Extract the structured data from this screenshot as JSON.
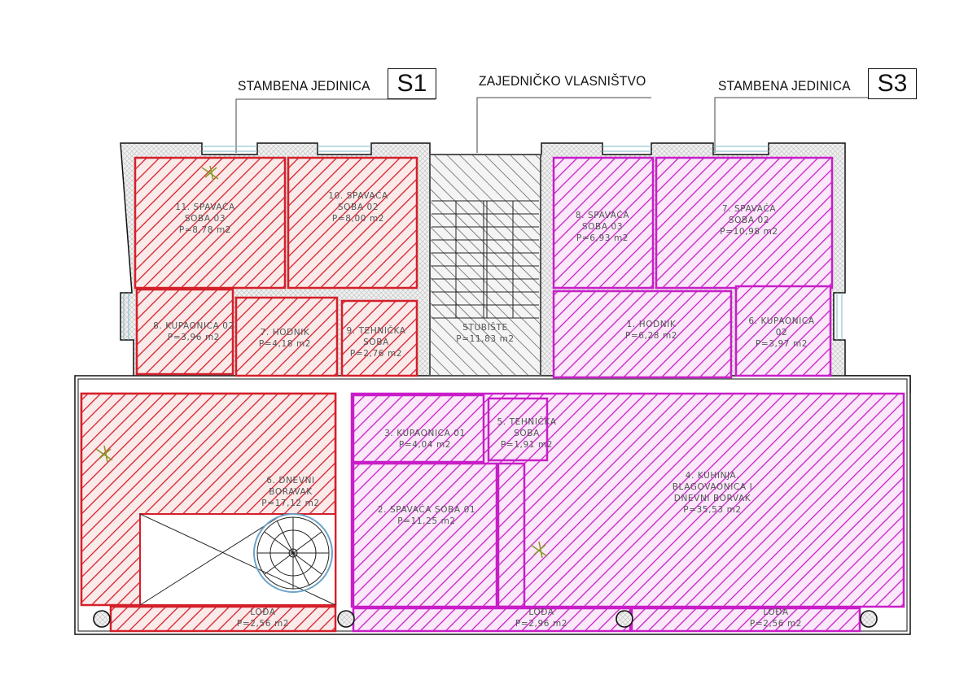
{
  "headers": {
    "unit_s1_label": "STAMBENA  JEDINICA",
    "unit_s1_code": "S1",
    "common_label": "ZAJEDNIČKO VLASNIŠTVO",
    "unit_s3_label": "STAMBENA  JEDINICA",
    "unit_s3_code": "S3"
  },
  "colors": {
    "s1_hatch": "#d4202a",
    "s3_hatch": "#c81ec8",
    "common_hatch": "#444444",
    "wall": "#111111",
    "wall_fill": "#e6e6e6"
  },
  "rooms_s1": [
    {
      "line1": "11. SPAVAĆA",
      "line2": "SOBA 03",
      "area": "P=8,78 m2"
    },
    {
      "line1": "10. SPAVAĆA",
      "line2": "SOBA 02",
      "area": "P=8,00 m2"
    },
    {
      "line1": "8. KUPAONICA 02",
      "area": "P=3,96 m2"
    },
    {
      "line1": "7. HODNIK",
      "area": "P=4,18 m2"
    },
    {
      "line1": "9. TEHNIČKA",
      "line2": "SOBA",
      "area": "P=2,76 m2"
    },
    {
      "line1": "6. DNEVNI",
      "line2": "BORAVAK",
      "area": "P=17,12 m2"
    },
    {
      "line1": "LOĐA",
      "area": "P=2,56 m2"
    }
  ],
  "rooms_common": [
    {
      "line1": "STUBIŠTE",
      "area": "P=11,83 m2"
    }
  ],
  "rooms_s3": [
    {
      "line1": "8. SPAVAĆA",
      "line2": "SOBA 03",
      "area": "P=6,93 m2"
    },
    {
      "line1": "7. SPAVAĆA",
      "line2": "SOBA 02",
      "area": "P=10,98 m2"
    },
    {
      "line1": "1. HODNIK",
      "area": "P=6,28 m2"
    },
    {
      "line1": "6. KUPAONICA",
      "line2": "02",
      "area": "P=3,97 m2"
    },
    {
      "line1": "3. KUPAONICA 01",
      "area": "P=4,04 m2"
    },
    {
      "line1": "5. TEHNIČKA",
      "line2": "SOBA",
      "area": "P=1,91 m2"
    },
    {
      "line1": "2. SPAVAĆA SOBA 01",
      "area": "P=11,25 m2"
    },
    {
      "line1": "4. KUHINJA,",
      "line2": "BLAGOVAONICA I",
      "line3": "DNEVNI BORVAK",
      "area": "P=35,53 m2"
    },
    {
      "line1": "LOĐA",
      "area": "P=2,96 m2"
    },
    {
      "line1": "LOĐA",
      "area": "P=2,56 m2"
    }
  ]
}
